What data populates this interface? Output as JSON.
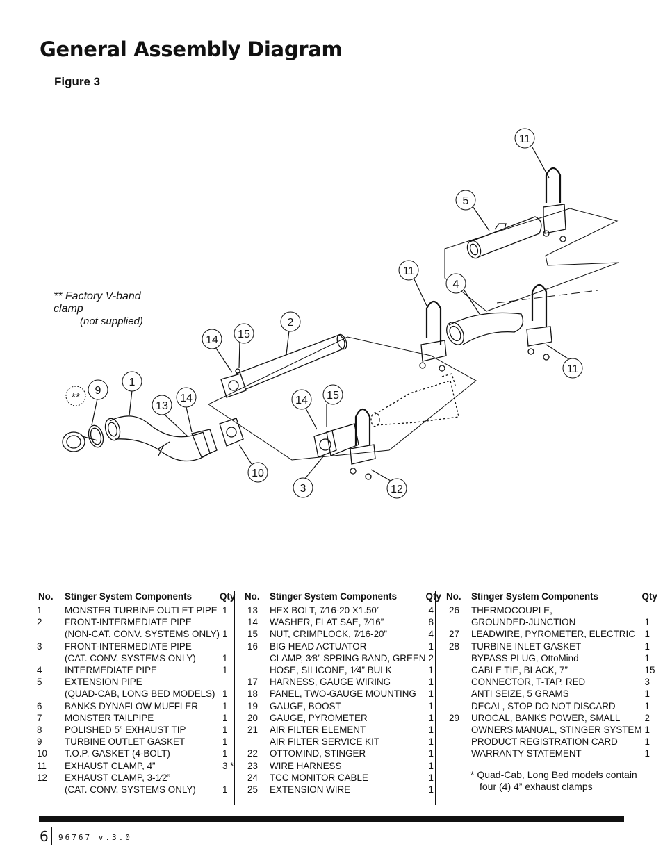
{
  "page": {
    "title": "General Assembly Diagram",
    "figure_label": "Figure 3",
    "page_number": "6",
    "doc_number": "96767 v.3.0"
  },
  "diagram": {
    "note_line1": "** Factory V-band",
    "note_line2": "clamp",
    "note_line3": "(not supplied)",
    "callouts": [
      "11",
      "5",
      "11",
      "4",
      "11",
      "2",
      "15",
      "14",
      "1",
      "9",
      "**",
      "13",
      "14",
      "15",
      "14",
      "10",
      "3",
      "12"
    ]
  },
  "parts": {
    "headers": {
      "no": "No.",
      "components": "Stinger System Components",
      "qty": "Qty"
    },
    "col1": [
      {
        "no": "1",
        "name": "MONSTER TURBINE OUTLET PIPE",
        "qty": "1"
      },
      {
        "no": "2",
        "name": "FRONT-INTERMEDIATE PIPE",
        "qty": ""
      },
      {
        "no": "",
        "name": "(NON-CAT. CONV. SYSTEMS ONLY)",
        "qty": "1"
      },
      {
        "no": "3",
        "name": "FRONT-INTERMEDIATE PIPE",
        "qty": ""
      },
      {
        "no": "",
        "name": "(CAT. CONV. SYSTEMS ONLY)",
        "qty": "1"
      },
      {
        "no": "4",
        "name": "INTERMEDIATE PIPE",
        "qty": "1"
      },
      {
        "no": "5",
        "name": "EXTENSION PIPE",
        "qty": ""
      },
      {
        "no": "",
        "name": "(QUAD-CAB, LONG BED MODELS)",
        "qty": "1"
      },
      {
        "no": "6",
        "name": "BANKS DYNAFLOW MUFFLER",
        "qty": "1"
      },
      {
        "no": "7",
        "name": "MONSTER TAILPIPE",
        "qty": "1"
      },
      {
        "no": "8",
        "name": "POLISHED 5” EXHAUST TIP",
        "qty": "1"
      },
      {
        "no": "9",
        "name": "TURBINE OUTLET GASKET",
        "qty": "1"
      },
      {
        "no": "10",
        "name": "T.O.P. GASKET (4-BOLT)",
        "qty": "1"
      },
      {
        "no": "11",
        "name": "EXHAUST CLAMP, 4”",
        "qty": "3 *"
      },
      {
        "no": "12",
        "name": "EXHAUST CLAMP, 3-1⁄2”",
        "qty": ""
      },
      {
        "no": "",
        "name": "(CAT. CONV. SYSTEMS ONLY)",
        "qty": "1"
      }
    ],
    "col2": [
      {
        "no": "13",
        "name": "HEX BOLT, 7⁄16-20 X1.50”",
        "qty": "4"
      },
      {
        "no": "14",
        "name": "WASHER, FLAT SAE, 7⁄16”",
        "qty": "8"
      },
      {
        "no": "15",
        "name": "NUT, CRIMPLOCK, 7⁄16-20”",
        "qty": "4"
      },
      {
        "no": "16",
        "name": "BIG HEAD ACTUATOR",
        "qty": "1"
      },
      {
        "no": "",
        "name": "CLAMP, 3⁄8” SPRING BAND, GREEN",
        "qty": "2"
      },
      {
        "no": "",
        "name": "HOSE, SILICONE, 1⁄4” BULK",
        "qty": "1"
      },
      {
        "no": "17",
        "name": "HARNESS, GAUGE WIRING",
        "qty": "1"
      },
      {
        "no": "18",
        "name": "PANEL, TWO-GAUGE MOUNTING",
        "qty": "1"
      },
      {
        "no": "19",
        "name": "GAUGE, BOOST",
        "qty": "1"
      },
      {
        "no": "20",
        "name": "GAUGE, PYROMETER",
        "qty": "1"
      },
      {
        "no": "21",
        "name": "AIR FILTER ELEMENT",
        "qty": "1"
      },
      {
        "no": "",
        "name": "AIR FILTER SERVICE KIT",
        "qty": "1"
      },
      {
        "no": "22",
        "name": "OTTOMIND, STINGER",
        "qty": "1"
      },
      {
        "no": "23",
        "name": "WIRE HARNESS",
        "qty": "1"
      },
      {
        "no": "24",
        "name": "TCC MONITOR CABLE",
        "qty": "1"
      },
      {
        "no": "25",
        "name": "EXTENSION WIRE",
        "qty": "1"
      }
    ],
    "col3": [
      {
        "no": "26",
        "name": "THERMOCOUPLE,",
        "qty": ""
      },
      {
        "no": "",
        "name": "GROUNDED-JUNCTION",
        "qty": "1"
      },
      {
        "no": "27",
        "name": "LEADWIRE, PYROMETER, ELECTRIC",
        "qty": "1"
      },
      {
        "no": "28",
        "name": "TURBINE INLET GASKET",
        "qty": "1"
      },
      {
        "no": "",
        "name": "BYPASS PLUG, OttoMind",
        "qty": "1"
      },
      {
        "no": "",
        "name": "CABLE TIE, BLACK, 7”",
        "qty": "15"
      },
      {
        "no": "",
        "name": "CONNECTOR, T-TAP, RED",
        "qty": "3"
      },
      {
        "no": "",
        "name": "ANTI SEIZE, 5 GRAMS",
        "qty": "1"
      },
      {
        "no": "",
        "name": "DECAL, STOP DO NOT DISCARD",
        "qty": "1"
      },
      {
        "no": "29",
        "name": "UROCAL, BANKS POWER, SMALL",
        "qty": "2"
      },
      {
        "no": "",
        "name": "OWNERS MANUAL, STINGER SYSTEM",
        "qty": "1"
      },
      {
        "no": "",
        "name": "PRODUCT REGISTRATION CARD",
        "qty": "1"
      },
      {
        "no": "",
        "name": "WARRANTY STATEMENT",
        "qty": "1"
      }
    ],
    "footnote_line1": "* Quad-Cab, Long Bed models contain",
    "footnote_line2": "four (4) 4” exhaust clamps"
  }
}
